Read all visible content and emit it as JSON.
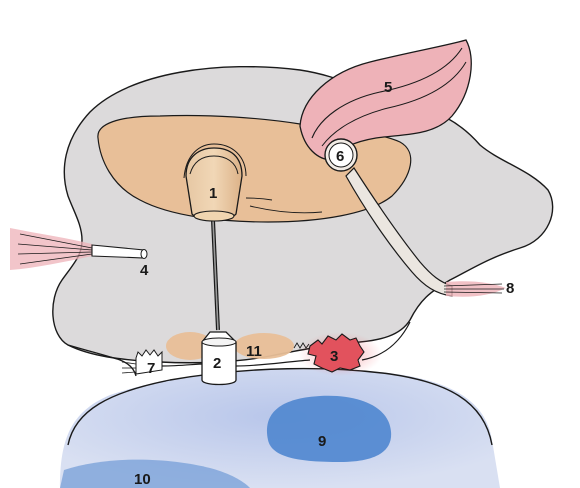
{
  "labels": {
    "l1": "1",
    "l2": "2",
    "l3": "3",
    "l4": "4",
    "l5": "5",
    "l6": "6",
    "l7": "7",
    "l8": "8",
    "l9": "9",
    "l10": "10",
    "l11": "11"
  },
  "colors": {
    "chamber": "#dcdadb",
    "blob_tan": "#e8bf98",
    "pink": "#eeb2b8",
    "red_blob": "#e2525d",
    "blue_floor": "#c3cde9",
    "blue_dark": "#4f86cf",
    "outline": "#1a1a1a"
  }
}
